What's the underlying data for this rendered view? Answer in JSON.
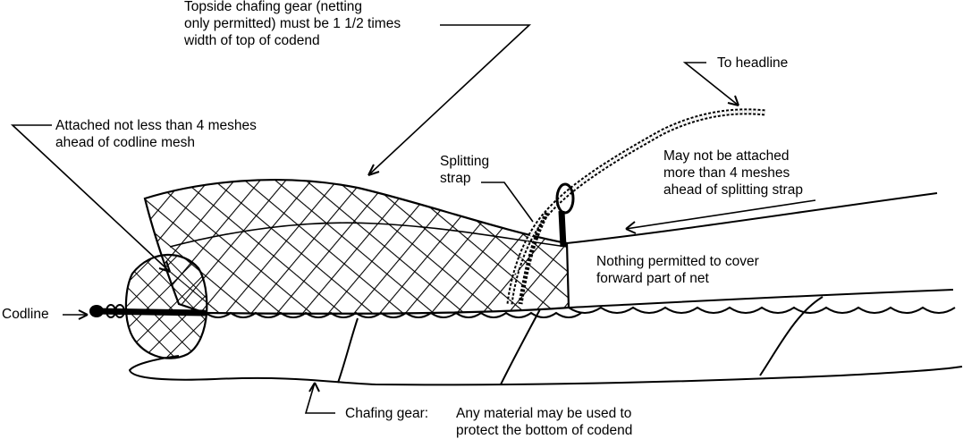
{
  "labels": {
    "topside": [
      "Topside chafing gear (netting",
      "only permitted) must be 1 1/2 times",
      "width of top of codend"
    ],
    "to_headline": "To headline",
    "attached": [
      "Attached not less than 4 meshes",
      "ahead of codline mesh"
    ],
    "splitting": [
      "Splitting",
      "strap"
    ],
    "may_not": [
      "May not be attached",
      "more than 4 meshes",
      "ahead of splitting strap"
    ],
    "nothing": [
      "Nothing permitted to cover",
      "forward part of net"
    ],
    "codline": "Codline",
    "chafing_gear": "Chafing gear:",
    "any_material": [
      "Any material may be used to",
      "protect the bottom of codend"
    ]
  }
}
